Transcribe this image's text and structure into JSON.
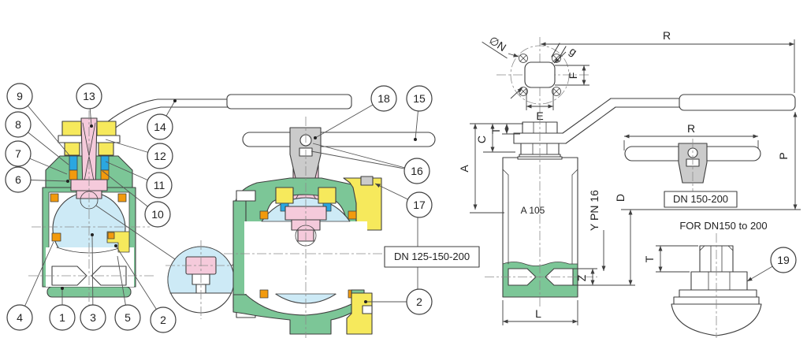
{
  "callouts": {
    "n1": "1",
    "n2": "2",
    "n3": "3",
    "n4": "4",
    "n5": "5",
    "n6": "6",
    "n7": "7",
    "n8": "8",
    "n9": "9",
    "n10": "10",
    "n11": "11",
    "n12": "12",
    "n13": "13",
    "n14": "14",
    "n15": "15",
    "n16": "16",
    "n17": "17",
    "n18": "18",
    "n19": "19"
  },
  "labels": {
    "dn_mid": "DN 125-150-200",
    "dn_right": "DN 150-200",
    "for_dn": "FOR DN150 to 200",
    "material": "A 105",
    "rating": "Y PN 16"
  },
  "dims": {
    "R": "R",
    "P": "P",
    "L": "L",
    "A": "A",
    "C": "C",
    "T": "T",
    "D": "D",
    "Z": "Z",
    "E": "E",
    "F": "F",
    "diaN": "∅N",
    "g": "g"
  },
  "colors": {
    "body_green": "#7cc697",
    "ball_blue": "#cdeaf6",
    "stem_pink": "#f5cadb",
    "nut_yellow": "#f6e95c",
    "seat_orange": "#f29a0d",
    "seal_blue": "#2aa7e0",
    "bracket_gray": "#cbcbcb",
    "line": "#3f3f3f"
  }
}
